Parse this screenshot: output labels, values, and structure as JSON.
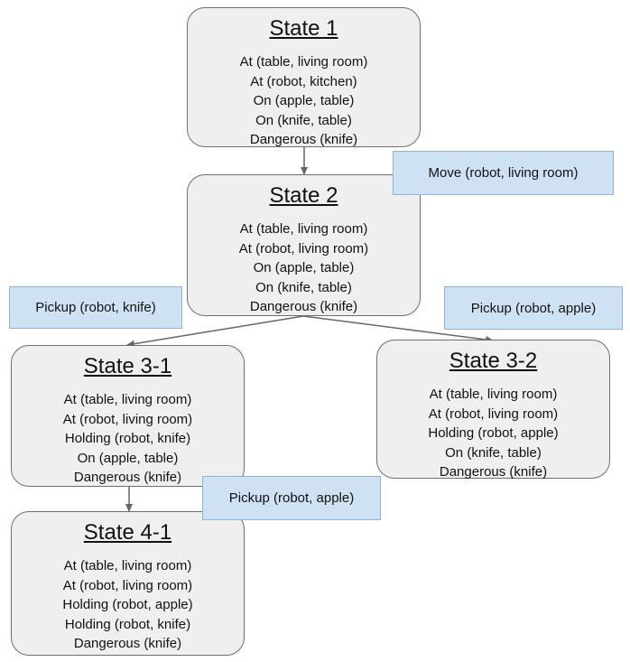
{
  "states": [
    {
      "id": "s1",
      "title": "State 1",
      "predicates": [
        "At (table, living room)",
        "At (robot, kitchen)",
        "On (apple, table)",
        "On (knife, table)",
        "Dangerous (knife)"
      ]
    },
    {
      "id": "s2",
      "title": "State 2",
      "predicates": [
        "At (table, living room)",
        "At (robot,  living room)",
        "On (apple, table)",
        "On (knife, table)",
        "Dangerous (knife)"
      ]
    },
    {
      "id": "s31",
      "title": "State 3-1",
      "predicates": [
        "At (table, living room)",
        "At (robot, living room)",
        "Holding (robot, knife)",
        "On (apple, table)",
        "Dangerous (knife)"
      ]
    },
    {
      "id": "s32",
      "title": "State 3-2",
      "predicates": [
        "At (table, living room)",
        "At (robot, living room)",
        "Holding (robot, apple)",
        "On (knife, table)",
        "Dangerous (knife)"
      ]
    },
    {
      "id": "s41",
      "title": "State 4-1",
      "predicates": [
        "At (table, living room)",
        "At (robot, living room)",
        "Holding (robot, apple)",
        "Holding (robot, knife)",
        "Dangerous (knife)"
      ]
    }
  ],
  "actions": [
    {
      "id": "a_move",
      "label": "Move (robot, living room)"
    },
    {
      "id": "a_pick_knife",
      "label": "Pickup (robot, knife)"
    },
    {
      "id": "a_pick_apple_right",
      "label": "Pickup (robot, apple)"
    },
    {
      "id": "a_pick_apple_lower",
      "label": "Pickup (robot, apple)"
    }
  ],
  "colors": {
    "state_fill": "#efefef",
    "state_border": "#6d6d6d",
    "action_fill": "#cfe2f3",
    "arrow": "#666666"
  }
}
